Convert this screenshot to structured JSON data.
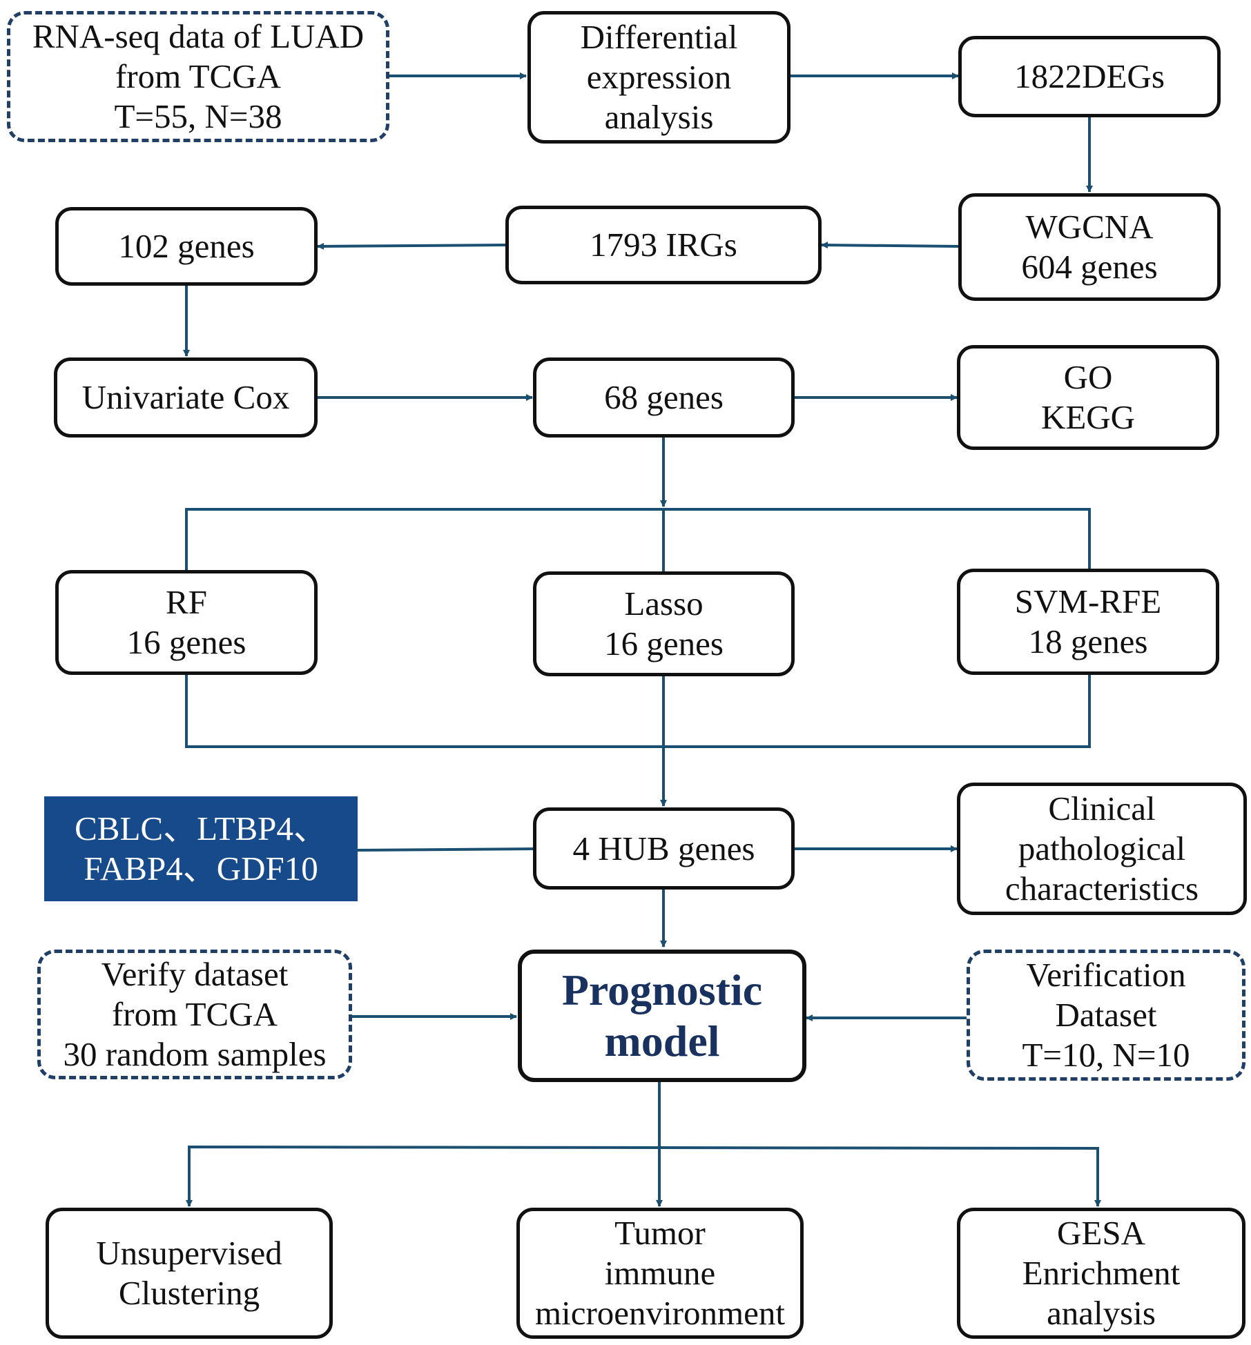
{
  "diagram": {
    "colors": {
      "connector": "#1b4f72",
      "dashed_border": "#1f3f66",
      "hub_fill": "#164a8a",
      "title_text": "#18315e"
    },
    "nodes": {
      "rnaseq": {
        "lines": [
          "RNA-seq data of LUAD",
          "from TCGA",
          "T=55, N=38"
        ]
      },
      "diffexp": {
        "lines": [
          "Differential",
          "expression",
          "analysis"
        ]
      },
      "degs": {
        "lines": [
          "1822DEGs"
        ]
      },
      "wgcna": {
        "lines": [
          "WGCNA",
          "604 genes"
        ]
      },
      "irgs": {
        "lines": [
          "1793 IRGs"
        ]
      },
      "genes102": {
        "lines": [
          "102 genes"
        ]
      },
      "unicox": {
        "lines": [
          "Univariate Cox"
        ]
      },
      "genes68": {
        "lines": [
          "68 genes"
        ]
      },
      "gokegg": {
        "lines": [
          "GO",
          "KEGG"
        ]
      },
      "rf": {
        "lines": [
          "RF",
          "16 genes"
        ]
      },
      "lasso": {
        "lines": [
          "Lasso",
          "16 genes"
        ]
      },
      "svmrfe": {
        "lines": [
          "SVM-RFE",
          "18 genes"
        ]
      },
      "hubnames": {
        "lines": [
          "CBLC、LTBP4、",
          "FABP4、GDF10"
        ]
      },
      "hub4": {
        "lines": [
          "4 HUB genes"
        ]
      },
      "clinical": {
        "lines": [
          "Clinical",
          "pathological",
          "characteristics"
        ]
      },
      "verifytcga": {
        "lines": [
          "Verify dataset",
          "from TCGA",
          "30 random samples"
        ]
      },
      "prognostic": {
        "lines": [
          "Prognostic",
          "model"
        ]
      },
      "verifydata": {
        "lines": [
          "Verification",
          "Dataset",
          "T=10, N=10"
        ]
      },
      "clustering": {
        "lines": [
          "Unsupervised",
          "Clustering"
        ]
      },
      "tumor": {
        "lines": [
          "Tumor",
          "immune",
          "microenvironment"
        ]
      },
      "gesa": {
        "lines": [
          "GESA",
          "Enrichment",
          "analysis"
        ]
      }
    }
  }
}
